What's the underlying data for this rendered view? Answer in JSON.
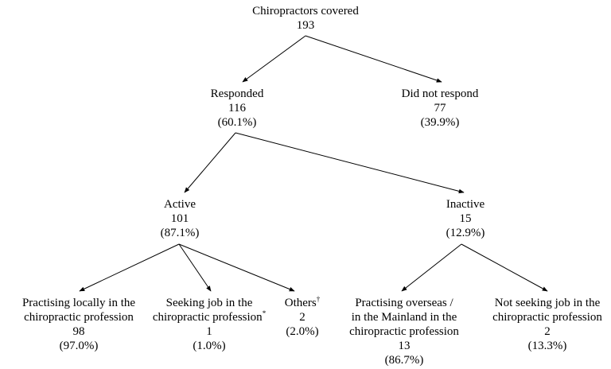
{
  "nodes": {
    "root": {
      "label": "Chiropractors covered",
      "count": "193"
    },
    "responded": {
      "label": "Responded",
      "count": "116",
      "pct": "(60.1%)"
    },
    "no_response": {
      "label": "Did not respond",
      "count": "77",
      "pct": "(39.9%)"
    },
    "active": {
      "label": "Active",
      "count": "101",
      "pct": "(87.1%)"
    },
    "inactive": {
      "label": "Inactive",
      "count": "15",
      "pct": "(12.9%)"
    },
    "local": {
      "line1": "Practising locally in the",
      "line2": "chiropractic profession",
      "count": "98",
      "pct": "(97.0%)"
    },
    "seeking": {
      "line1": "Seeking job in the",
      "line2": "chiropractic profession",
      "mark": "*",
      "count": "1",
      "pct": "(1.0%)"
    },
    "others": {
      "label": "Others",
      "mark": "†",
      "count": "2",
      "pct": "(2.0%)"
    },
    "overseas": {
      "line1": "Practising overseas /",
      "line2": "in the Mainland in the",
      "line3": "chiropractic profession",
      "count": "13",
      "pct": "(86.7%)"
    },
    "not_seeking": {
      "line1": "Not seeking job in the",
      "line2": "chiropractic profession",
      "count": "2",
      "pct": "(13.3%)"
    }
  },
  "colors": {
    "line": "#000000",
    "text": "#000000"
  }
}
